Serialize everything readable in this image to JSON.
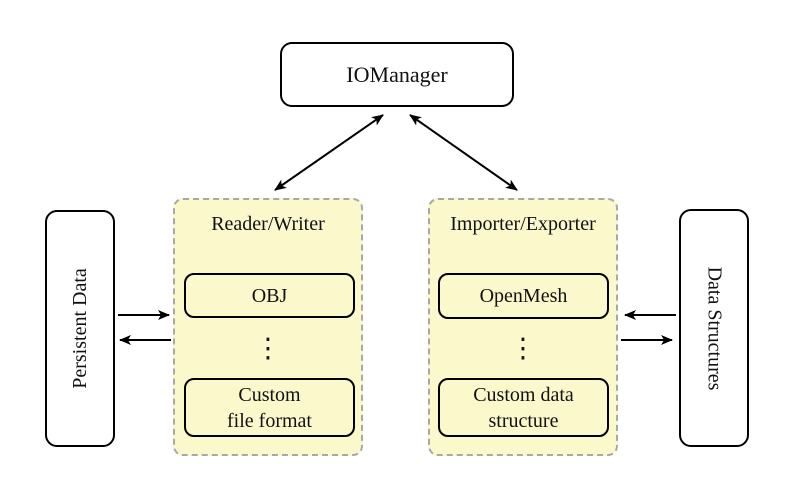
{
  "nodes": {
    "iomanager": {
      "label": "IOManager"
    },
    "persistent_data": {
      "label": "Persistent Data"
    },
    "data_structures": {
      "label": "Data Structures"
    }
  },
  "reader_writer": {
    "title": "Reader/Writer",
    "items": [
      {
        "label": "OBJ"
      },
      {
        "label_line1": "Custom",
        "label_line2": "file format"
      }
    ],
    "ellipsis": "⋮"
  },
  "importer_exporter": {
    "title": "Importer/Exporter",
    "items": [
      {
        "label": "OpenMesh"
      },
      {
        "label_line1": "Custom data",
        "label_line2": "structure"
      }
    ],
    "ellipsis": "⋮"
  },
  "edges": [
    {
      "from": "IOManager",
      "to": "Reader/Writer",
      "style": "bidirectional"
    },
    {
      "from": "IOManager",
      "to": "Importer/Exporter",
      "style": "bidirectional"
    },
    {
      "from": "Persistent Data",
      "to": "Reader/Writer",
      "style": "one-way"
    },
    {
      "from": "Reader/Writer",
      "to": "Persistent Data",
      "style": "one-way"
    },
    {
      "from": "Data Structures",
      "to": "Importer/Exporter",
      "style": "one-way"
    },
    {
      "from": "Importer/Exporter",
      "to": "Data Structures",
      "style": "one-way"
    }
  ],
  "colors": {
    "panel_fill": "#FBF8CC",
    "panel_border": "#A8A8A8",
    "node_border": "#000000",
    "arrow": "#000000",
    "background": "#FFFFFF"
  }
}
